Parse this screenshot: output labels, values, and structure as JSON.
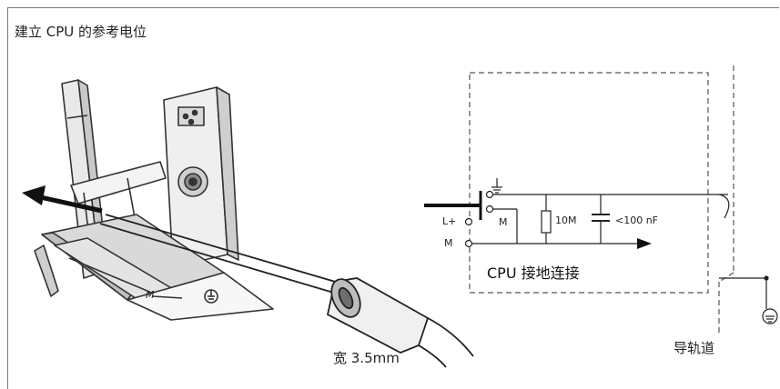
{
  "figure": {
    "title": "建立 CPU 的参考电位",
    "screwdriver_width_label": "宽 3.5mm",
    "rail_label": "导轨道",
    "cpu_ground_label": "CPU 接地连接",
    "module_terminal_label": "M"
  },
  "circuit": {
    "terminal_lplus": "L+",
    "terminal_m_left": "M",
    "terminal_m_inner": "M",
    "resistor_value": "10M",
    "capacitor_value": "<100 nF"
  }
}
